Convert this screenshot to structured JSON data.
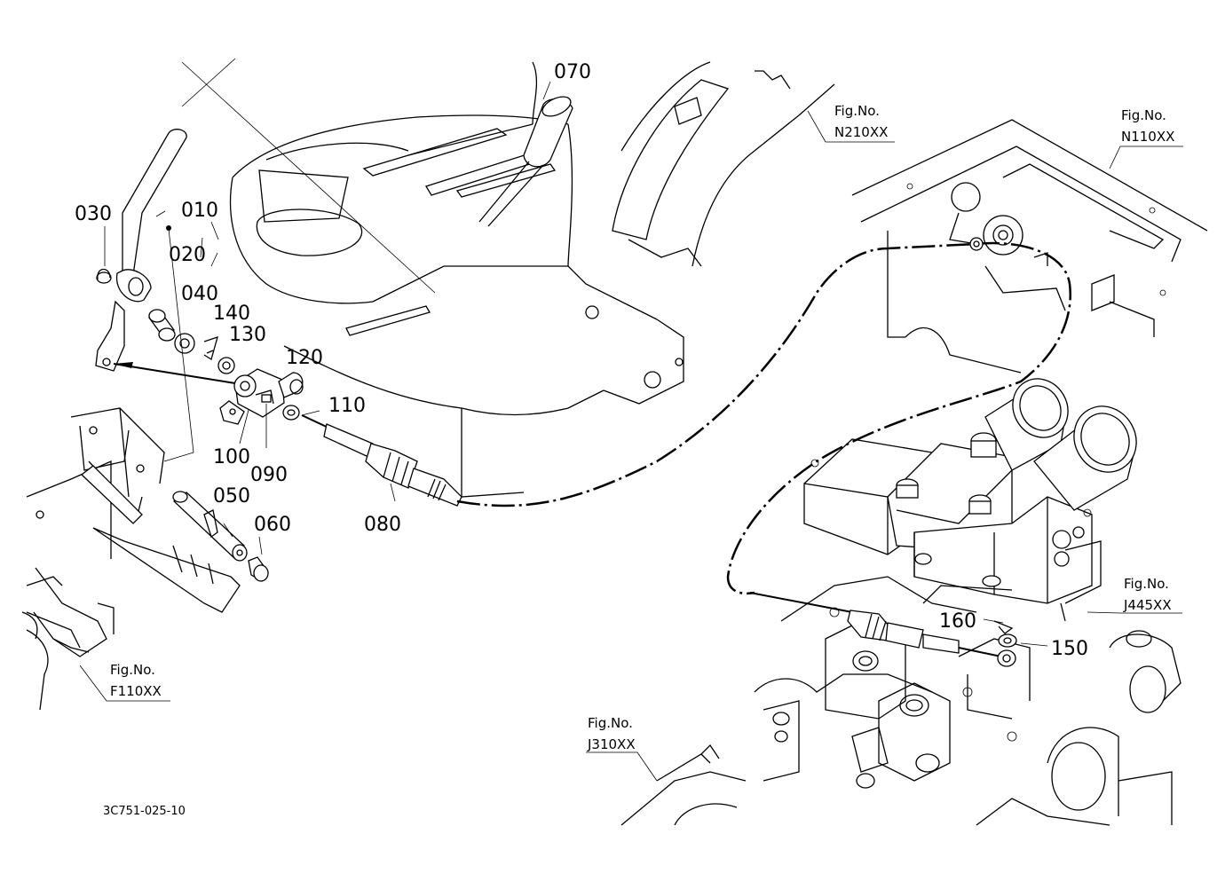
{
  "diagram": {
    "part_labels": {
      "p010": "010",
      "p020": "020",
      "p030": "030",
      "p040": "040",
      "p050": "050",
      "p060": "060",
      "p070": "070",
      "p080": "080",
      "p090": "090",
      "p100": "100",
      "p110": "110",
      "p120": "120",
      "p130": "130",
      "p140": "140",
      "p150": "150",
      "p160": "160"
    },
    "figure_refs": {
      "n210": {
        "title": "Fig.No.",
        "code": "N210XX"
      },
      "n110": {
        "title": "Fig.No.",
        "code": "N110XX"
      },
      "j445": {
        "title": "Fig.No.",
        "code": "J445XX"
      },
      "f110": {
        "title": "Fig.No.",
        "code": "F110XX"
      },
      "j310": {
        "title": "Fig.No.",
        "code": "J310XX"
      }
    },
    "drawing_code": "3C751-025-10"
  }
}
